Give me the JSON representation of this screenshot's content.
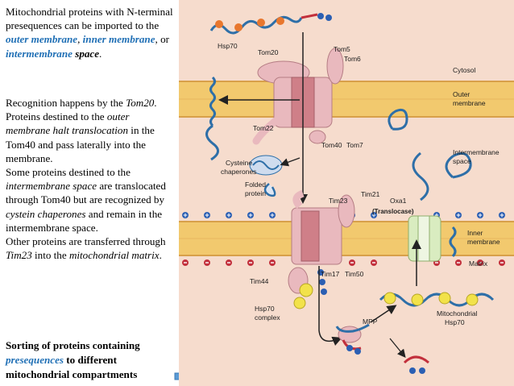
{
  "text": {
    "p1": {
      "s1": "Mitochondrial proteins with N-terminal presequences can be imported to the ",
      "s2": "outer membrane",
      "s3": ", ",
      "s4": "inner membrane",
      "s5": ", or ",
      "s6": "intermembrane",
      "s7": " ",
      "s8": "space",
      "s9": "."
    },
    "p2": {
      "a1": "Recognition happens by the ",
      "a2": "Tom20",
      "a3": ".",
      "b1": "Proteins destined to the ",
      "b2": "outer membrane halt translocation",
      "b3": " in the Tom40 and pass laterally into the membrane.",
      "c1": "Some proteins destined to the ",
      "c2": "intermembrane space",
      "c3": " are translocated through Tom40 but are recognized by ",
      "c4": "cystein chaperones",
      "c5": " and remain in the intermembrane space.",
      "d1": "Other proteins are transferred through ",
      "d2": "Tim23",
      "d3": " into the ",
      "d4": "mitochondrial matrix",
      "d5": "."
    },
    "caption": {
      "c1": "Sorting of proteins containing ",
      "c2": "presequences",
      "c3": " to different mitochondrial compartments"
    }
  },
  "diagram": {
    "labels": {
      "hsp70_top": "Hsp70",
      "tom20": "Tom20",
      "tom5": "Tom5",
      "tom6": "Tom6",
      "cytosol": "Cytosol",
      "outer_membrane_1": "Outer",
      "outer_membrane_2": "membrane",
      "tom22": "Tom22",
      "tom40": "Tom40",
      "tom7": "Tom7",
      "cysteine_1": "Cysteine",
      "cysteine_2": "chaperones",
      "folded_1": "Folded",
      "folded_2": "protein",
      "ims_1": "Intermembrane",
      "ims_2": "space",
      "tim23": "Tim23",
      "tim21": "Tim21",
      "oxa1": "Oxa1",
      "translocase": "(Translocase)",
      "inner_membrane_1": "Inner",
      "inner_membrane_2": "membrane",
      "tim17": "Tim17",
      "tim50": "Tim50",
      "matrix": "Matrix",
      "tim44": "Tim44",
      "hsp70_complex_1": "Hsp70",
      "hsp70_complex_2": "complex",
      "mpp": "MPP",
      "mito_hsp70_1": "Mitochondrial",
      "mito_hsp70_2": "Hsp70"
    },
    "colors": {
      "background": "#f6dccd",
      "membrane": "#f2c96e",
      "membrane_border": "#d8a04a",
      "protein_chain": "#2e6fa8",
      "tom_complex": "#e9b9be",
      "tom_channel": "#cf7f88",
      "oxa1": "#d9ecc0",
      "chaperone": "#f2e24a",
      "presequence": "#e8772e",
      "positive_charge": "#2b5fb3",
      "negative_charge": "#c2303c",
      "arrow": "#222222"
    }
  }
}
